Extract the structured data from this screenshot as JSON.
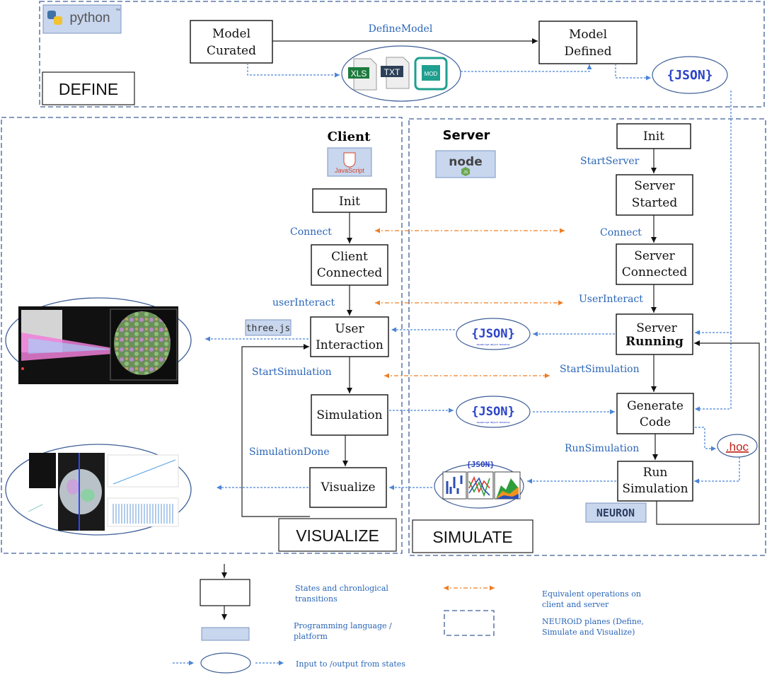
{
  "define": {
    "label": "DEFINE",
    "platform": "python",
    "platform_tm": "™",
    "states": {
      "curated": [
        "Model",
        "Curated"
      ],
      "defined": [
        "Model",
        "Defined"
      ]
    },
    "transition": "DefineModel",
    "formats": [
      "XLS",
      "TXT",
      "MOD"
    ],
    "output": "{JSON}"
  },
  "client": {
    "title": "Client",
    "platform": "JavaScript",
    "states": {
      "init": [
        "Init"
      ],
      "connected": [
        "Client",
        "Connected"
      ],
      "interaction": [
        "User",
        "Interaction"
      ],
      "simulation": [
        "Simulation"
      ],
      "visualize": [
        "Visualize"
      ]
    },
    "transitions": {
      "connect": "Connect",
      "user_interact": "userInteract",
      "start_simulation": "StartSimulation",
      "simulation_done": "SimulationDone"
    },
    "renderer": "three.js"
  },
  "server": {
    "title": "Server",
    "platform": "node",
    "platform_sub": "JS",
    "states": {
      "init": [
        "Init"
      ],
      "started": [
        "Server",
        "Started"
      ],
      "connected": [
        "Server",
        "Connected"
      ],
      "running": [
        "Server",
        "Running"
      ],
      "generate": [
        "Generate",
        "Code"
      ],
      "run_sim": [
        "Run",
        "Simulation"
      ]
    },
    "transitions": {
      "start_server": "StartServer",
      "connect": "Connect",
      "user_interact": "UserInteract",
      "start_simulation": "StartSimulation",
      "run_simulation": "RunSimulation"
    },
    "hoc": ".hoc",
    "simulator": "NEURON"
  },
  "json_badge": "{JSON}",
  "json_badge_sub": "JavaScript Object Notation",
  "planes": {
    "visualize": "VISUALIZE",
    "simulate": "SIMULATE"
  },
  "legend": {
    "states": [
      "States and chronlogical",
      "transitions"
    ],
    "equivalent": [
      "Equivalent operations on",
      "client and server"
    ],
    "platform": [
      "Programming language /",
      "platform"
    ],
    "planes": [
      "NEUROiD planes (Define,",
      "Simulate and Visualize)"
    ],
    "io": [
      "Input to /output from states"
    ]
  },
  "colors": {
    "plane_border": "#3e5f98",
    "label_blue": "#2a66b8",
    "equivalent_orange": "#ef7d22",
    "io_blue": "#4b84d6",
    "platform_fill": "#c8d6ee"
  }
}
